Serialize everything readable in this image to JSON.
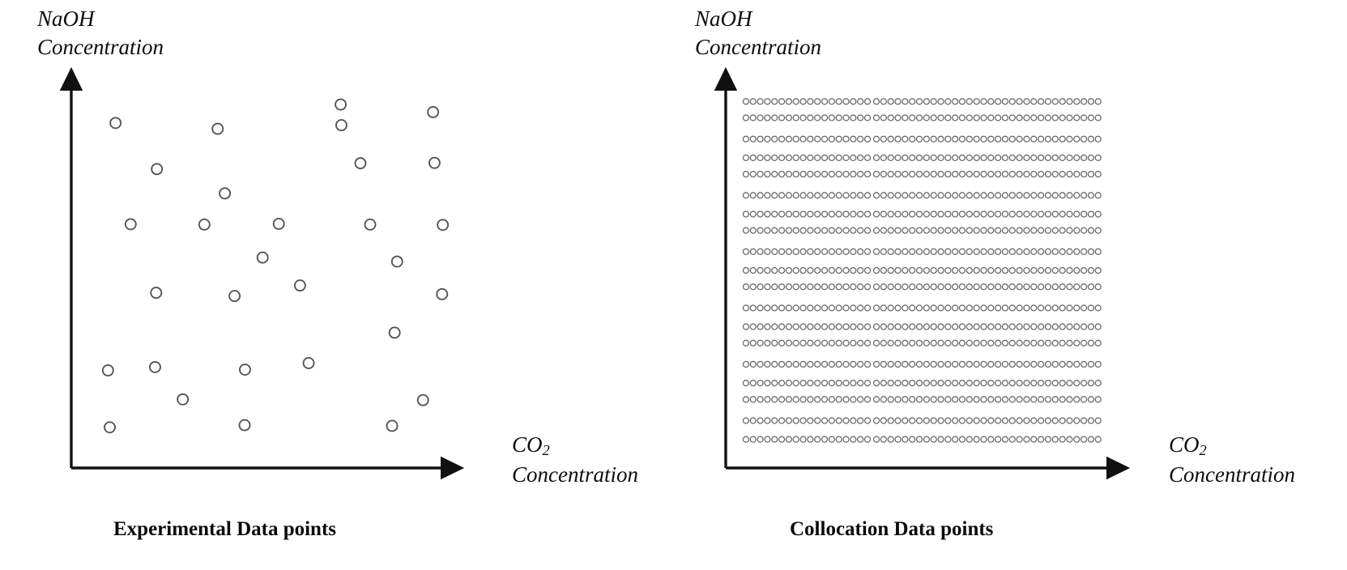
{
  "figure": {
    "title_present": false,
    "background_color": "#ffffff",
    "ink_color": "#111111",
    "marker_stroke_color": "#555555"
  },
  "panels": [
    {
      "id": "experimental",
      "caption": "Experimental Data points",
      "y_axis_label_line1": "NaOH",
      "y_axis_label_line2": "Concentration",
      "x_axis_label_line1_pre": "CO",
      "x_axis_label_line1_sub": "2",
      "x_axis_label_line2": "Concentration"
    },
    {
      "id": "collocation",
      "caption": "Collocation Data points",
      "y_axis_label_line1": "NaOH",
      "y_axis_label_line2": "Concentration",
      "x_axis_label_line1_pre": "CO",
      "x_axis_label_line1_sub": "2",
      "x_axis_label_line2": "Concentration"
    }
  ],
  "chart_data": [
    {
      "type": "scatter",
      "title": "Experimental Data points",
      "xlabel": "CO2 Concentration",
      "ylabel": "NaOH Concentration",
      "axis_style": "arrow",
      "grid": false,
      "legend": false,
      "xlim": [
        0,
        100
      ],
      "ylim": [
        0,
        100
      ],
      "marker": "open-circle",
      "marker_size_px": 13,
      "n_points": 29,
      "points": [
        {
          "x": 8.7,
          "y": 90.2
        },
        {
          "x": 20.2,
          "y": 77.5
        },
        {
          "x": 37.1,
          "y": 88.6
        },
        {
          "x": 39.1,
          "y": 70.8
        },
        {
          "x": 71.3,
          "y": 95.3
        },
        {
          "x": 71.5,
          "y": 89.6
        },
        {
          "x": 76.8,
          "y": 79.1
        },
        {
          "x": 97.0,
          "y": 93.2
        },
        {
          "x": 97.4,
          "y": 79.2
        },
        {
          "x": 12.9,
          "y": 62.3
        },
        {
          "x": 33.4,
          "y": 62.2
        },
        {
          "x": 54.1,
          "y": 62.4
        },
        {
          "x": 79.5,
          "y": 62.2
        },
        {
          "x": 99.7,
          "y": 62.1
        },
        {
          "x": 49.6,
          "y": 53.1
        },
        {
          "x": 87.0,
          "y": 52.0
        },
        {
          "x": 20.0,
          "y": 43.4
        },
        {
          "x": 41.8,
          "y": 42.5
        },
        {
          "x": 60.0,
          "y": 45.4
        },
        {
          "x": 99.5,
          "y": 43.0
        },
        {
          "x": 86.3,
          "y": 32.4
        },
        {
          "x": 6.6,
          "y": 22.0
        },
        {
          "x": 19.7,
          "y": 22.9
        },
        {
          "x": 44.7,
          "y": 22.2
        },
        {
          "x": 62.4,
          "y": 24.0
        },
        {
          "x": 27.4,
          "y": 14.0
        },
        {
          "x": 94.2,
          "y": 13.8
        },
        {
          "x": 7.1,
          "y": 6.3
        },
        {
          "x": 44.6,
          "y": 6.9
        },
        {
          "x": 85.6,
          "y": 6.7
        }
      ]
    },
    {
      "type": "scatter",
      "title": "Collocation Data points",
      "xlabel": "CO2 Concentration",
      "ylabel": "NaOH Concentration",
      "axis_style": "arrow",
      "grid": false,
      "legend": false,
      "xlim": [
        0,
        100
      ],
      "ylim": [
        0,
        100
      ],
      "marker": "open-circle",
      "marker_size_px": 7,
      "description": "Regular dense rectangular lattice of collocation points",
      "lattice": {
        "n_cols": 50,
        "n_rows": 19,
        "x_start": 2.0,
        "x_end": 99.0,
        "y_start": 3.0,
        "y_end": 97.0
      },
      "n_points": 950
    }
  ]
}
